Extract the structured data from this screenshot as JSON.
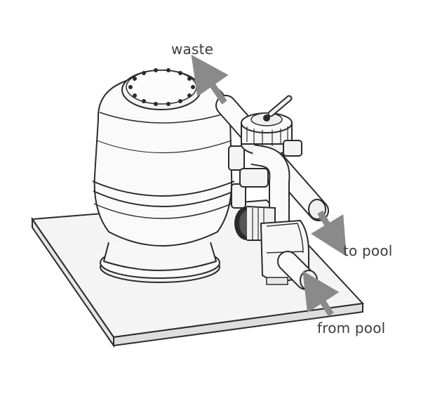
{
  "labels": {
    "waste": "waste",
    "to_pool": "to pool",
    "from_pool": "from pool"
  },
  "colors": {
    "outline": "#2b2b2b",
    "arrow": "#8a8a8a",
    "label_text": "#3c3c3c",
    "base_fill": "#f4f4f4",
    "body_fill": "#fafafa"
  }
}
